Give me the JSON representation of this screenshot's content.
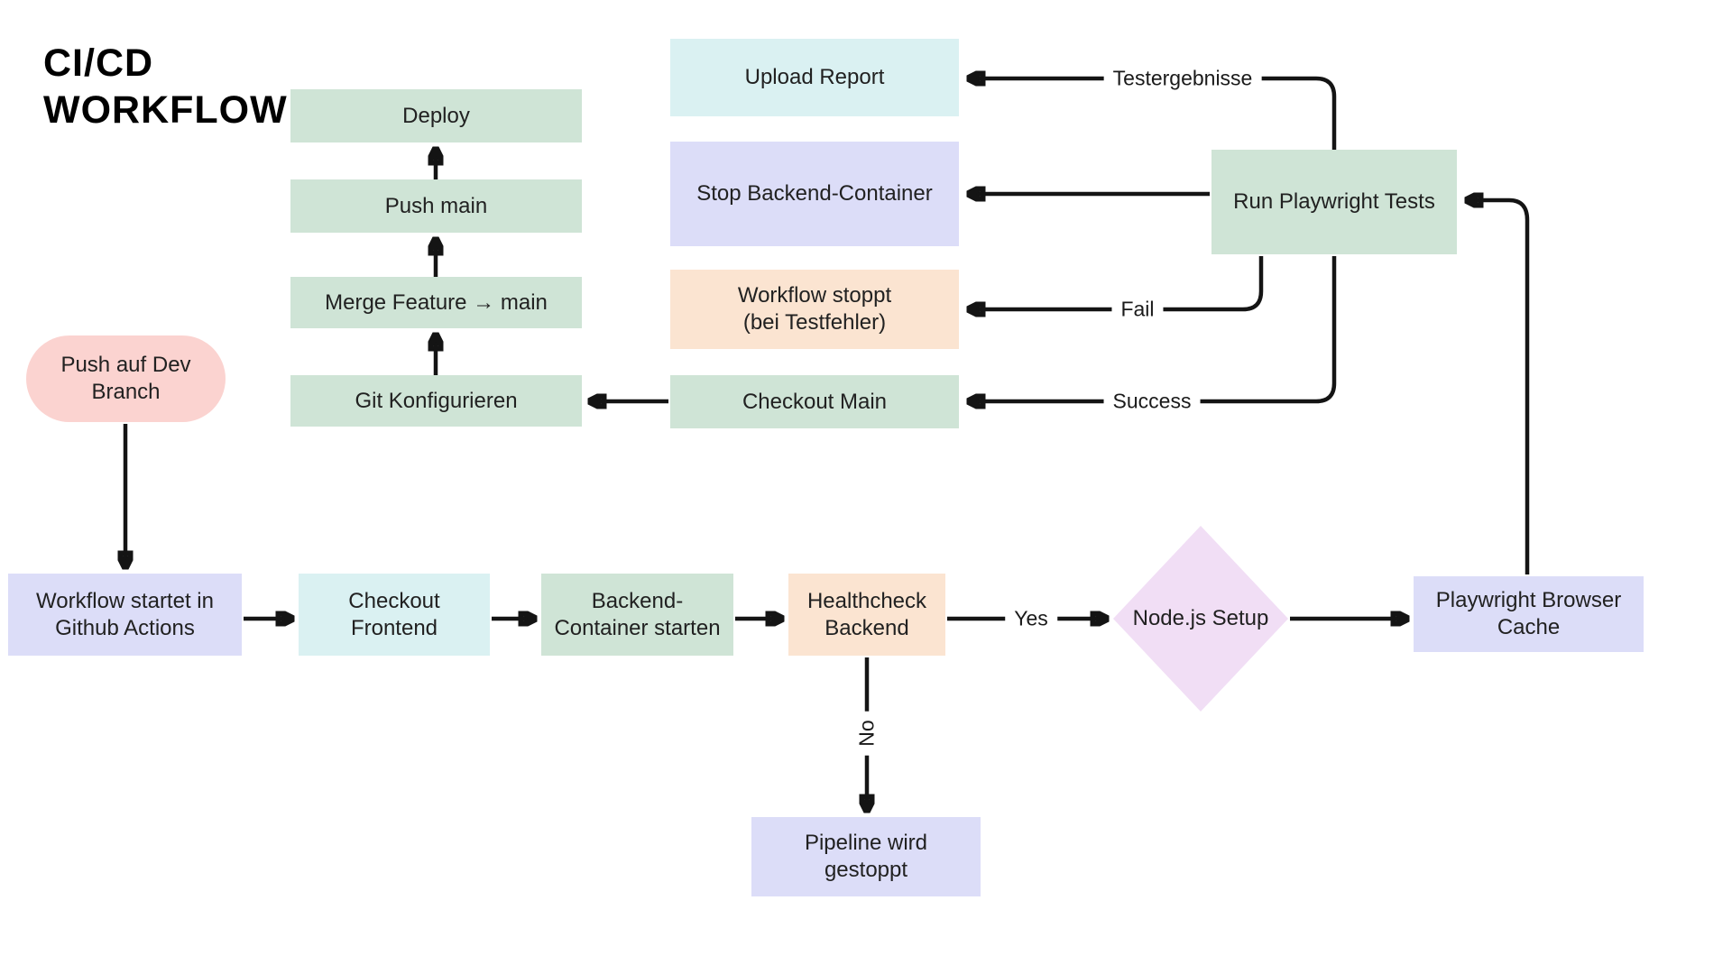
{
  "title": {
    "line1": "CI/CD",
    "line2": "WORKFLOW"
  },
  "colors": {
    "green": "#cfe4d6",
    "cyan": "#daf1f2",
    "lavender": "#dcddf8",
    "peach": "#fbe4d1",
    "pink": "#fbd3d0",
    "lilac": "#f1def5",
    "line": "#141414",
    "text": "#212121"
  },
  "nodes": {
    "push_auf_dev_branch": {
      "label": "Push auf Dev\nBranch",
      "shape": "pill",
      "color": "pink"
    },
    "deploy": {
      "label": "Deploy",
      "shape": "rect",
      "color": "green"
    },
    "push_main": {
      "label": "Push main",
      "shape": "rect",
      "color": "green"
    },
    "merge_feature_main": {
      "label": "Merge Feature → main",
      "shape": "rect",
      "color": "green"
    },
    "git_konfigurieren": {
      "label": "Git Konfigurieren",
      "shape": "rect",
      "color": "green"
    },
    "upload_report": {
      "label": "Upload Report",
      "shape": "rect",
      "color": "cyan"
    },
    "stop_backend_container": {
      "label": "Stop Backend-Container",
      "shape": "rect",
      "color": "lavender"
    },
    "workflow_stoppt": {
      "label": "Workflow stoppt\n(bei Testfehler)",
      "shape": "rect",
      "color": "peach"
    },
    "checkout_main": {
      "label": "Checkout Main",
      "shape": "rect",
      "color": "green"
    },
    "run_playwright_tests": {
      "label": "Run Playwright Tests",
      "shape": "rect",
      "color": "green"
    },
    "workflow_startet": {
      "label": "Workflow startet in\nGithub Actions",
      "shape": "rect",
      "color": "lavender"
    },
    "checkout_frontend": {
      "label": "Checkout\nFrontend",
      "shape": "rect",
      "color": "cyan"
    },
    "backend_container_starten": {
      "label": "Backend-\nContainer starten",
      "shape": "rect",
      "color": "green"
    },
    "healthcheck_backend": {
      "label": "Healthcheck\nBackend",
      "shape": "rect",
      "color": "peach"
    },
    "nodejs_setup": {
      "label": "Node.js Setup",
      "shape": "diamond",
      "color": "lilac"
    },
    "playwright_browser_cache": {
      "label": "Playwright Browser\nCache",
      "shape": "rect",
      "color": "lavender"
    },
    "pipeline_wird_gestoppt": {
      "label": "Pipeline wird\ngestoppt",
      "shape": "rect",
      "color": "lavender"
    }
  },
  "edge_labels": {
    "testergebnisse": "Testergebnisse",
    "fail": "Fail",
    "success": "Success",
    "yes": "Yes",
    "no": "No"
  },
  "edges": [
    {
      "from": "push_auf_dev_branch",
      "to": "workflow_startet",
      "label": ""
    },
    {
      "from": "workflow_startet",
      "to": "checkout_frontend",
      "label": ""
    },
    {
      "from": "checkout_frontend",
      "to": "backend_container_starten",
      "label": ""
    },
    {
      "from": "backend_container_starten",
      "to": "healthcheck_backend",
      "label": ""
    },
    {
      "from": "healthcheck_backend",
      "to": "nodejs_setup",
      "label": "Yes"
    },
    {
      "from": "healthcheck_backend",
      "to": "pipeline_wird_gestoppt",
      "label": "No"
    },
    {
      "from": "nodejs_setup",
      "to": "playwright_browser_cache",
      "label": ""
    },
    {
      "from": "playwright_browser_cache",
      "to": "run_playwright_tests",
      "label": ""
    },
    {
      "from": "run_playwright_tests",
      "to": "upload_report",
      "label": "Testergebnisse"
    },
    {
      "from": "run_playwright_tests",
      "to": "stop_backend_container",
      "label": ""
    },
    {
      "from": "run_playwright_tests",
      "to": "workflow_stoppt",
      "label": "Fail"
    },
    {
      "from": "run_playwright_tests",
      "to": "checkout_main",
      "label": "Success"
    },
    {
      "from": "checkout_main",
      "to": "git_konfigurieren",
      "label": ""
    },
    {
      "from": "git_konfigurieren",
      "to": "merge_feature_main",
      "label": ""
    },
    {
      "from": "merge_feature_main",
      "to": "push_main",
      "label": ""
    },
    {
      "from": "push_main",
      "to": "deploy",
      "label": ""
    }
  ]
}
